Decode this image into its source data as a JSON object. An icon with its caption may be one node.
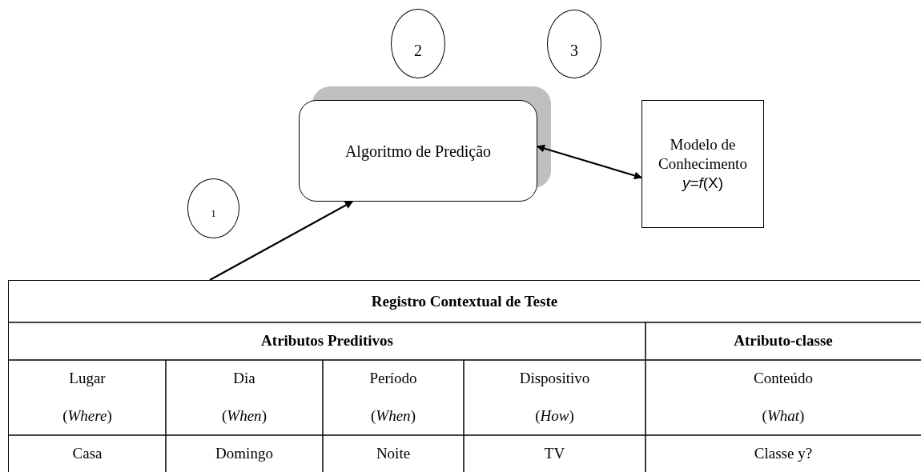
{
  "diagram": {
    "nodes": [
      {
        "text": [
          "2"
        ]
      },
      {
        "text": [
          "Algoritmo de Predição"
        ]
      },
      {
        "text": [
          "3"
        ]
      },
      {
        "text": [
          "Modelo de Conhecimento",
          "*y*=*f*(X)"
        ]
      },
      {
        "text": [
          "1"
        ]
      },
      {
        "text": [
          "Registro Contextual de Teste"
        ]
      }
    ],
    "edges": [
      {
        "from": 5,
        "to": 1,
        "arrow": "to"
      },
      {
        "from": 1,
        "to": 3,
        "arrow": "both"
      }
    ],
    "labels": [
      "Atributos Preditivos",
      "Atributo-classe",
      "Lugar",
      "Dia",
      "Período",
      "Dispositivo",
      "Conteúdo",
      "(*Where*)",
      "(*When*)",
      "(*When*)",
      "(*How*)",
      "(*What*)",
      "Casa",
      "Domingo",
      "Noite",
      "TV",
      "Classe y?"
    ]
  }
}
